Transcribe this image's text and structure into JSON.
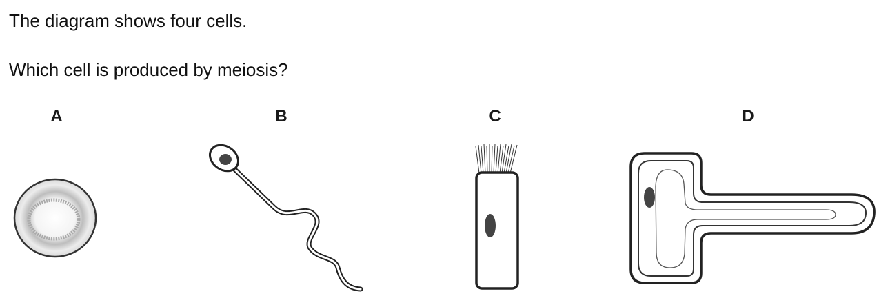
{
  "question": {
    "intro": "The diagram shows four cells.",
    "prompt": "Which cell is produced by meiosis?"
  },
  "options": [
    {
      "label": "A",
      "cell": "red-blood-cell-icon"
    },
    {
      "label": "B",
      "cell": "sperm-cell-icon"
    },
    {
      "label": "C",
      "cell": "ciliated-cell-icon"
    },
    {
      "label": "D",
      "cell": "root-hair-cell-icon"
    }
  ],
  "colors": {
    "outline": "#222222",
    "nucleus": "#444444",
    "shading": "#999999"
  }
}
